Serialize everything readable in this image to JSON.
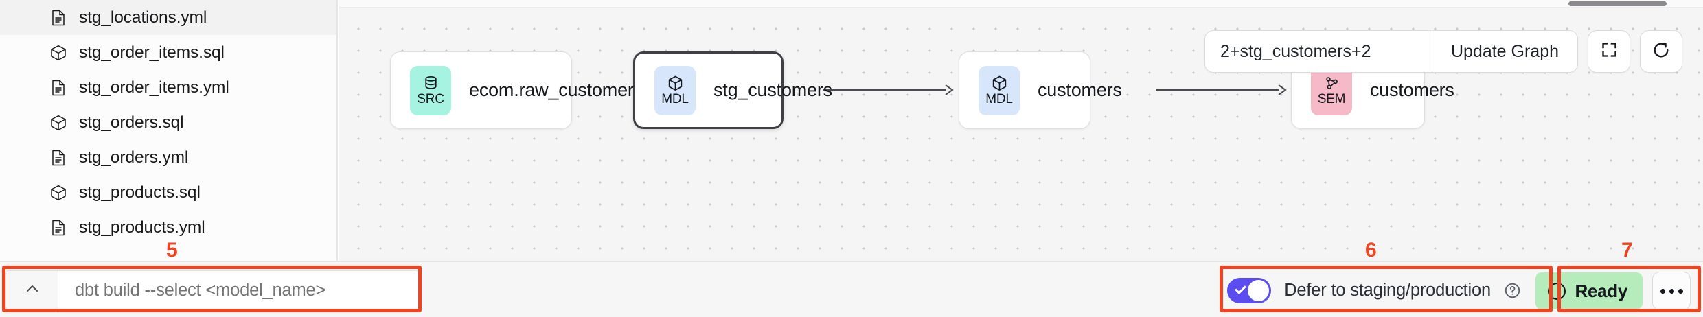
{
  "sidebar": {
    "files": [
      {
        "name": "stg_locations.yml",
        "icon": "file-yml-icon"
      },
      {
        "name": "stg_order_items.sql",
        "icon": "cube-sql-icon"
      },
      {
        "name": "stg_order_items.yml",
        "icon": "file-yml-icon"
      },
      {
        "name": "stg_orders.sql",
        "icon": "cube-sql-icon"
      },
      {
        "name": "stg_orders.yml",
        "icon": "file-yml-icon"
      },
      {
        "name": "stg_products.sql",
        "icon": "cube-sql-icon"
      },
      {
        "name": "stg_products.yml",
        "icon": "file-yml-icon"
      }
    ]
  },
  "graph_toolbar": {
    "selector_value": "2+stg_customers+2",
    "selector_placeholder": "2+stg_customers+2",
    "update_label": "Update Graph",
    "fullscreen_icon": "fullscreen-icon",
    "refresh_icon": "refresh-icon"
  },
  "graph": {
    "nodes": [
      {
        "id": "src",
        "badge": "SRC",
        "badge_color": "#a5f3e0",
        "icon": "database-icon",
        "label": "ecom.raw_customers",
        "selected": false
      },
      {
        "id": "stg",
        "badge": "MDL",
        "badge_color": "#d7e6fb",
        "icon": "cube-icon",
        "label": "stg_customers",
        "selected": true
      },
      {
        "id": "mdl2",
        "badge": "MDL",
        "badge_color": "#d7e6fb",
        "icon": "cube-icon",
        "label": "customers",
        "selected": false
      },
      {
        "id": "sem",
        "badge": "SEM",
        "badge_color": "#f5b9c8",
        "icon": "semantic-icon",
        "label": "customers",
        "selected": false
      }
    ]
  },
  "bottom_bar": {
    "expand_icon": "chevron-up-icon",
    "command_value": "dbt build --select <model_name>",
    "command_placeholder": "dbt build --select <model_name>",
    "defer_label": "Defer to staging/production",
    "defer_enabled": true,
    "help_icon": "help-circle-icon",
    "status_label": "Ready",
    "status_color": "#b6ecbc",
    "more_icon": "ellipsis-icon"
  },
  "annotations": {
    "accent_color": "#ee4422",
    "markers": [
      {
        "id": "5",
        "label": "5"
      },
      {
        "id": "6",
        "label": "6"
      },
      {
        "id": "7",
        "label": "7"
      }
    ]
  }
}
